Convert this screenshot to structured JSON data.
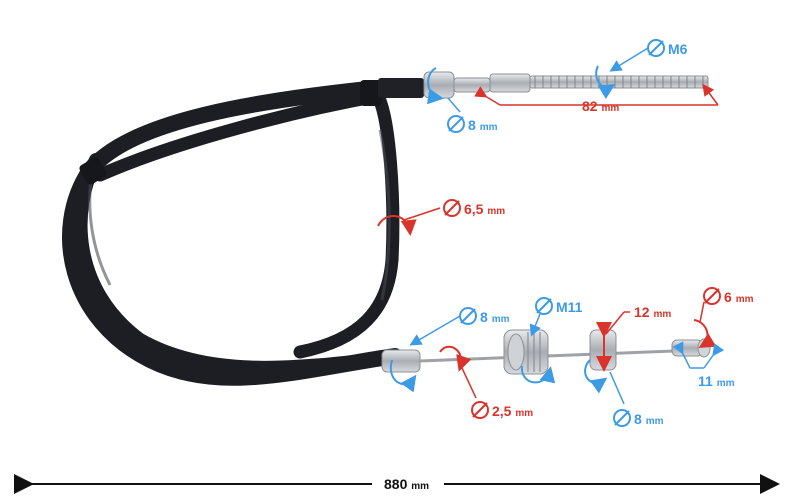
{
  "colors": {
    "blue": "#3d9be6",
    "red": "#d9342b",
    "cable": "#202228",
    "metal": "#b9bcc1"
  },
  "labels": {
    "top_m6": {
      "value": "M6",
      "unit": ""
    },
    "top_82": {
      "value": "82",
      "unit": "mm"
    },
    "top_8": {
      "value": "8",
      "unit": "mm"
    },
    "mid_65": {
      "value": "6,5",
      "unit": "mm"
    },
    "bot_8": {
      "value": "8",
      "unit": "mm"
    },
    "bot_m11": {
      "value": "M11",
      "unit": ""
    },
    "bot_12": {
      "value": "12",
      "unit": "mm"
    },
    "bot_6": {
      "value": "6",
      "unit": "mm"
    },
    "bot_11": {
      "value": "11",
      "unit": "mm"
    },
    "bot_25": {
      "value": "2,5",
      "unit": "mm"
    },
    "bot_8b": {
      "value": "8",
      "unit": "mm"
    },
    "total": {
      "value": "880",
      "unit": "mm"
    }
  },
  "icons": {
    "diameter": "diameter-icon",
    "rotation": "rotation-arrow-icon"
  }
}
